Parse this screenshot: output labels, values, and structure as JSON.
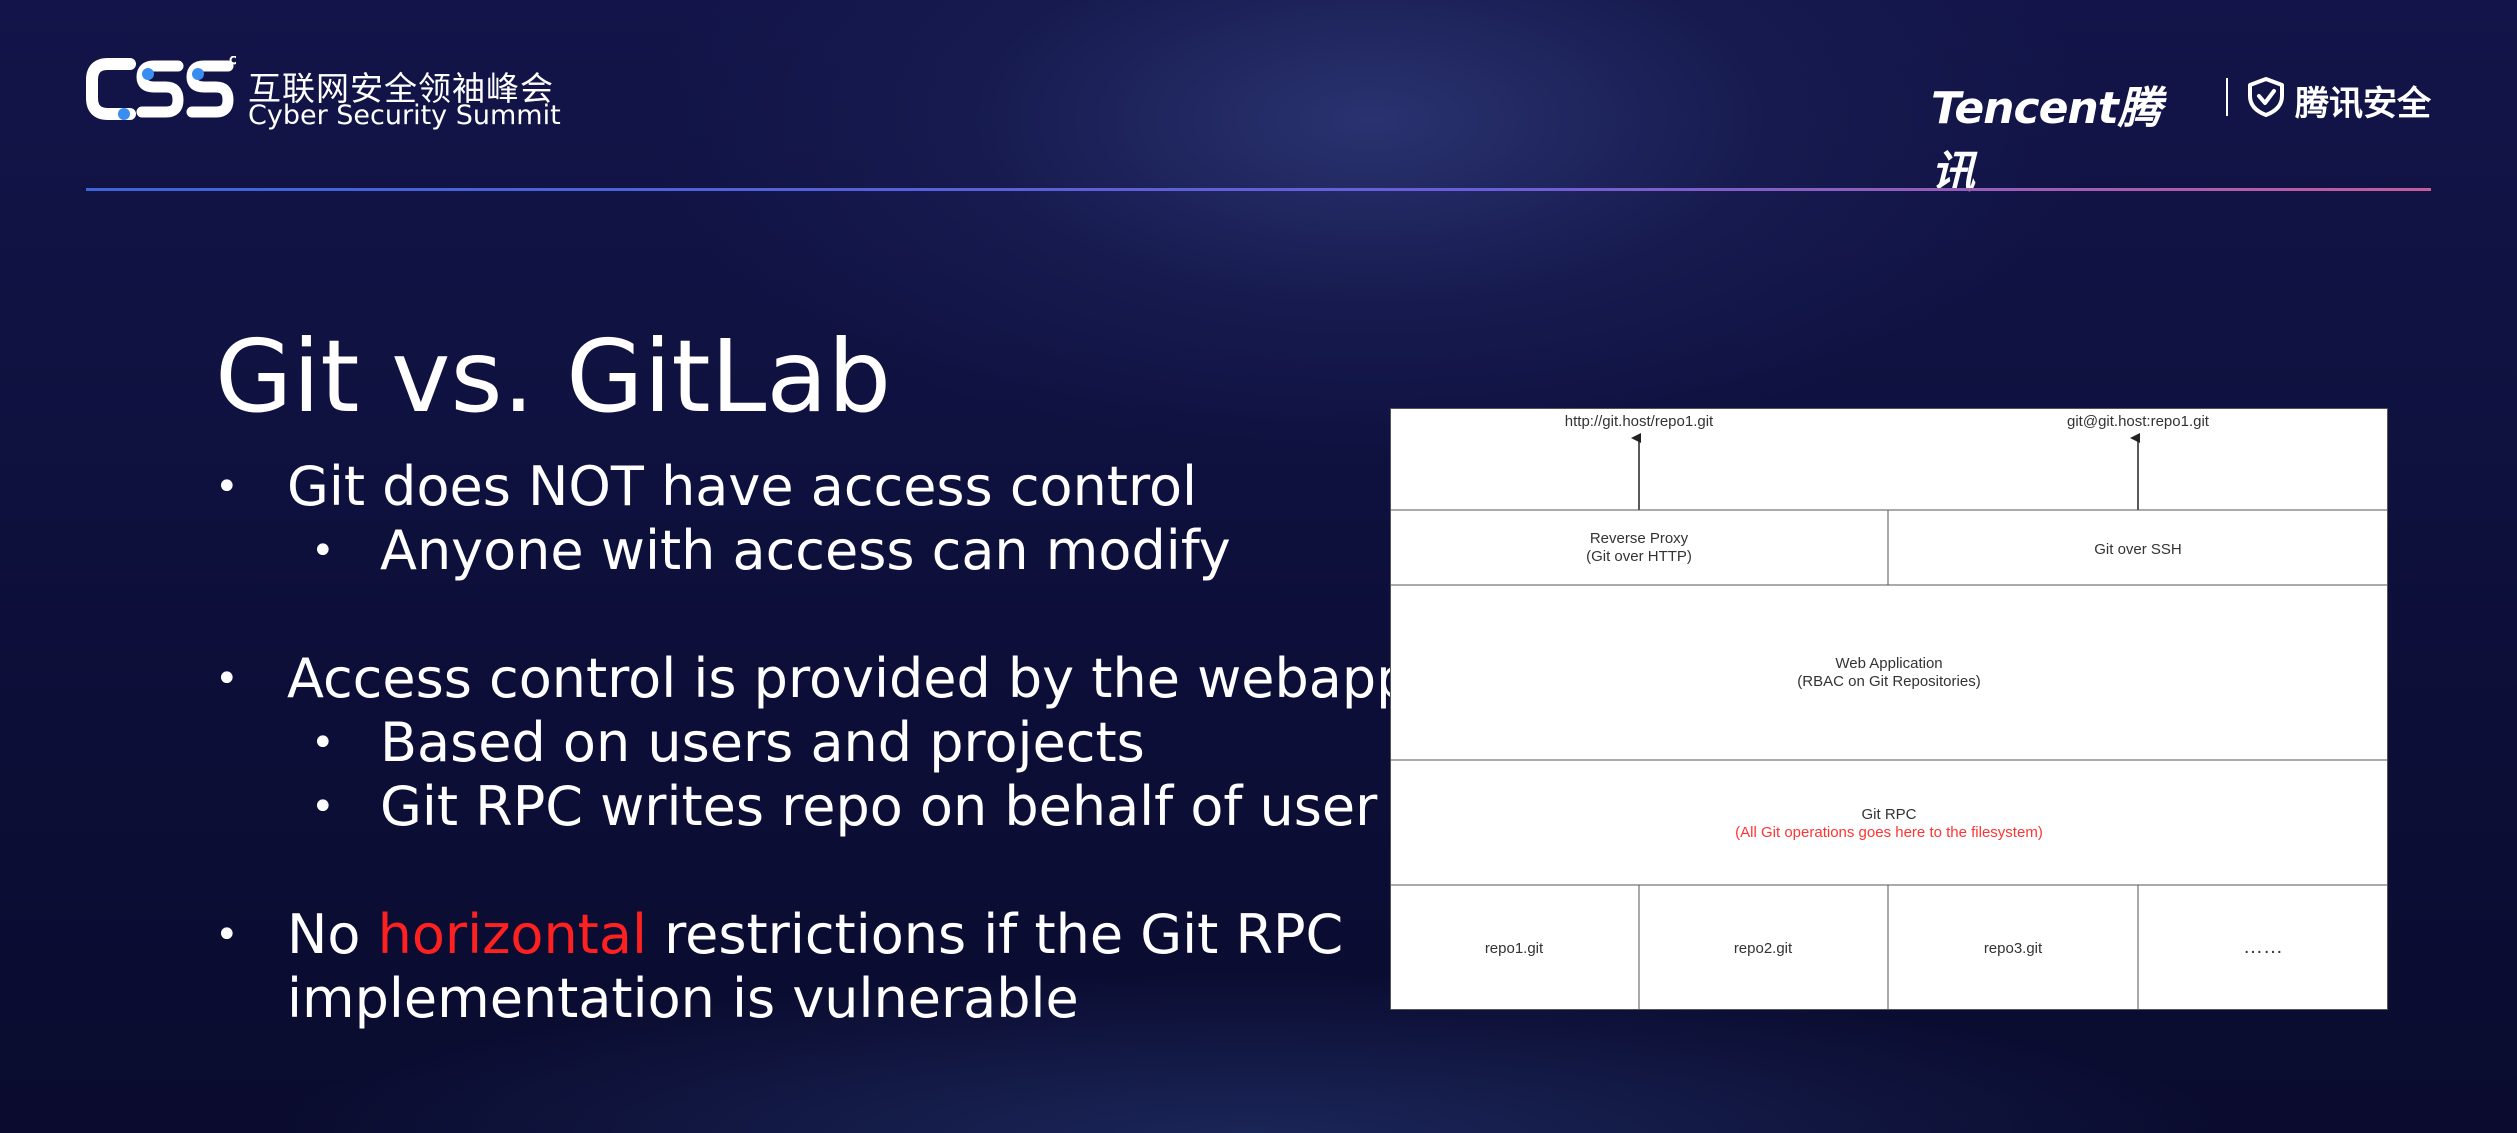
{
  "header": {
    "logo_left": {
      "mark": "CSS",
      "cn_name": "互联网安全领袖峰会",
      "en_name": "Cyber Security Summit"
    },
    "logo_right": {
      "brand_en": "Tencent",
      "brand_cn": "腾讯",
      "security_cn": "腾讯安全"
    }
  },
  "slide": {
    "title": "Git vs. GitLab",
    "bullets": {
      "b1": "Git does NOT have access control",
      "b1_sub1": "Anyone with access can modify",
      "b2": "Access control is provided by the webapp",
      "b2_sub1": "Based on users and projects",
      "b2_sub2": "Git RPC writes repo on behalf of user",
      "b3_pre": "No ",
      "b3_highlight": "horizontal",
      "b3_post": " restrictions if the Git RPC",
      "b3_line2": "implementation is vulnerable",
      "bullet_glyph": "•"
    },
    "highlight_color": "#ff2020"
  },
  "diagram": {
    "url_http": "http://git.host/repo1.git",
    "url_ssh": "git@git.host:repo1.git",
    "reverse_proxy_line1": "Reverse Proxy",
    "reverse_proxy_line2": "(Git over HTTP)",
    "git_over_ssh": "Git over SSH",
    "web_app_line1": "Web Application",
    "web_app_line2": "(RBAC on Git Repositories)",
    "git_rpc_line1": "Git RPC",
    "git_rpc_line2": "(All Git operations goes here to the filesystem)",
    "repos": [
      "repo1.git",
      "repo2.git",
      "repo3.git",
      "……"
    ]
  }
}
